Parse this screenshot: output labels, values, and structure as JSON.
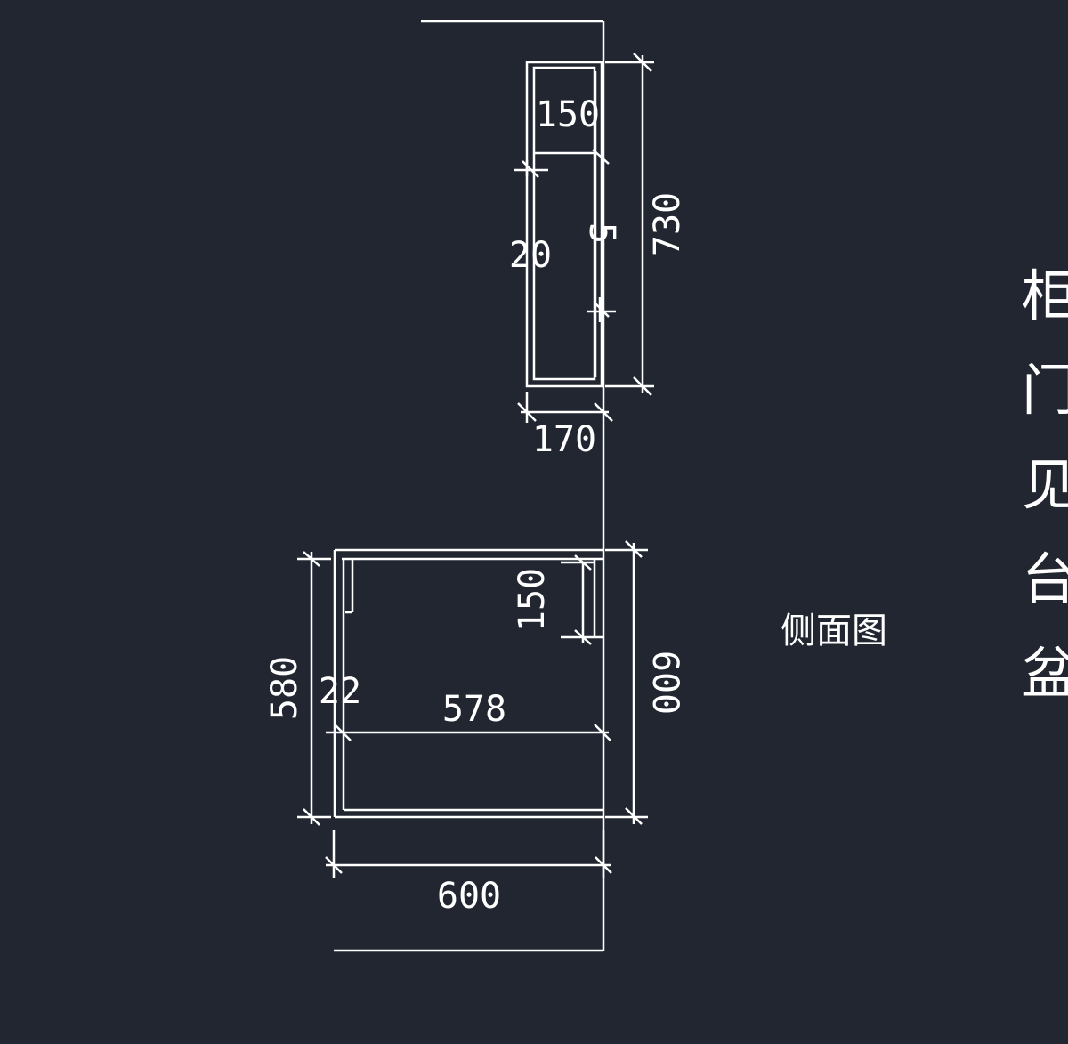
{
  "drawing": {
    "view_title": "侧面图",
    "upper_cabinet": {
      "dim_height": "730",
      "dim_depth": "170",
      "dim_top_shelf": "150",
      "dim_back_panel": "20",
      "dim_gap": "5"
    },
    "lower_cabinet": {
      "dim_height_outer": "600",
      "dim_height_inner": "580",
      "dim_depth": "600",
      "dim_inner_depth": "578",
      "dim_panel": "22",
      "dim_front_strip": "150"
    },
    "side_notes": [
      "柜",
      "门",
      "见",
      "台",
      "盆"
    ]
  }
}
